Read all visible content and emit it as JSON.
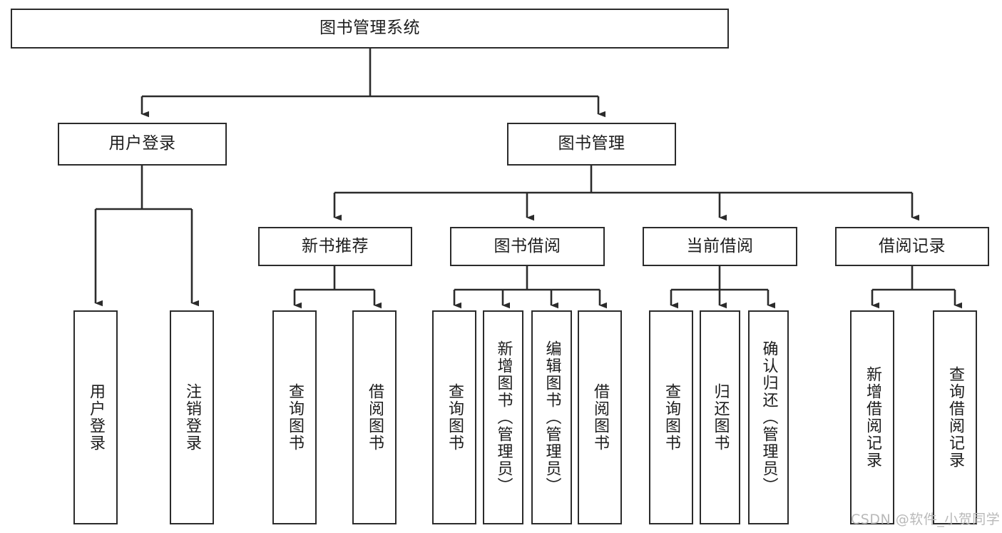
{
  "diagram": {
    "title": "图书管理系统",
    "type": "tree-hierarchy",
    "watermark": "CSDN @软件_小贺同学",
    "colors": {
      "stroke": "#2b2b2b",
      "background": "#ffffff",
      "text": "#1d1d1d",
      "watermark": "#b9b9b9"
    },
    "levels": {
      "root": {
        "label": "图书管理系统"
      },
      "level2": [
        {
          "id": "user-login",
          "label": "用户登录"
        },
        {
          "id": "book-manage",
          "label": "图书管理"
        }
      ],
      "level3": [
        {
          "id": "new-book-rec",
          "label": "新书推荐",
          "parent": "book-manage"
        },
        {
          "id": "book-borrow",
          "label": "图书借阅",
          "parent": "book-manage"
        },
        {
          "id": "current-borrow",
          "label": "当前借阅",
          "parent": "book-manage"
        },
        {
          "id": "borrow-record",
          "label": "借阅记录",
          "parent": "book-manage"
        }
      ],
      "leaves": {
        "user-login": [
          {
            "id": "leaf-user-login",
            "label": "用户登录"
          },
          {
            "id": "leaf-logout",
            "label": "注销登录"
          }
        ],
        "new-book-rec": [
          {
            "id": "leaf-query-book-1",
            "label": "查询图书"
          },
          {
            "id": "leaf-borrow-book-1",
            "label": "借阅图书"
          }
        ],
        "book-borrow": [
          {
            "id": "leaf-query-book-2",
            "label": "查询图书"
          },
          {
            "id": "leaf-add-book",
            "label": "新增图书（管理员）"
          },
          {
            "id": "leaf-edit-book",
            "label": "编辑图书（管理员）"
          },
          {
            "id": "leaf-borrow-book-2",
            "label": "借阅图书"
          }
        ],
        "current-borrow": [
          {
            "id": "leaf-query-book-3",
            "label": "查询图书"
          },
          {
            "id": "leaf-return-book",
            "label": "归还图书"
          },
          {
            "id": "leaf-confirm-return",
            "label": "确认归还（管理员）"
          }
        ],
        "borrow-record": [
          {
            "id": "leaf-add-record",
            "label": "新增借阅记录"
          },
          {
            "id": "leaf-query-record",
            "label": "查询借阅记录"
          }
        ]
      }
    }
  }
}
